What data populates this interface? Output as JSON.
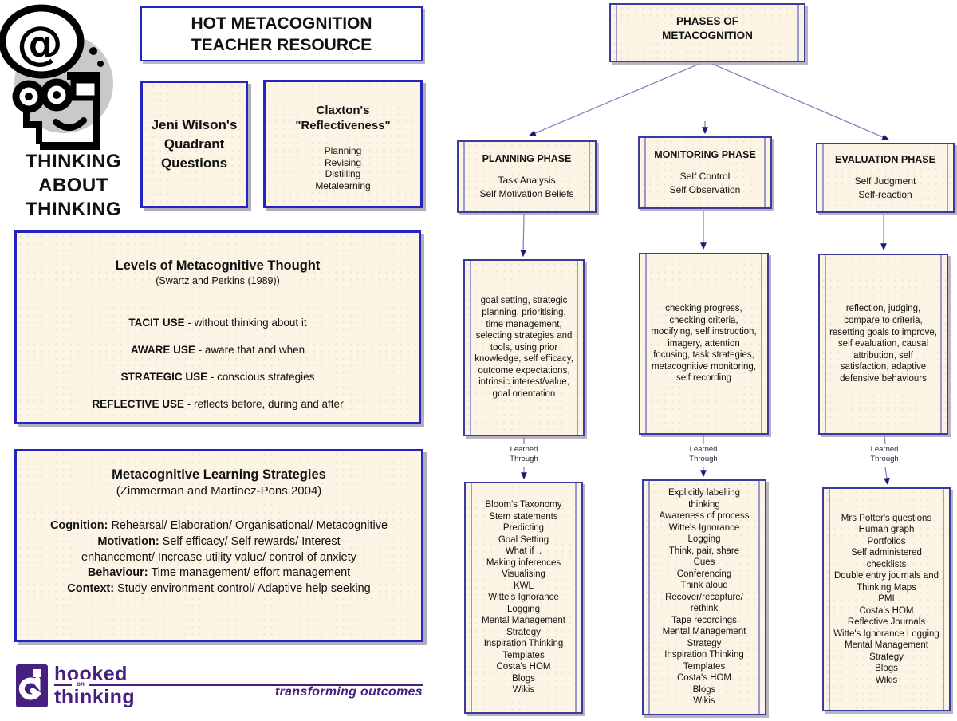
{
  "title_box": {
    "line1": "HOT METACOGNITION",
    "line2": "TEACHER RESOURCE"
  },
  "caption_lines": [
    "THINKING",
    "ABOUT",
    "THINKING"
  ],
  "jeni_lines": [
    "Jeni Wilson's",
    "Quadrant",
    "Questions"
  ],
  "claxton": {
    "line1": "Claxton's",
    "line2": "\"Reflectiveness\"",
    "items": [
      "Planning",
      "Revising",
      "Distilling",
      "Metalearning"
    ]
  },
  "levels": {
    "title": "Levels of Metacognitive Thought",
    "subtitle": "(Swartz and Perkins (1989))",
    "items": [
      {
        "term": "TACIT USE",
        "rest": " - without thinking about it"
      },
      {
        "term": "AWARE USE",
        "rest": " - aware that and when"
      },
      {
        "term": "STRATEGIC USE",
        "rest": " - conscious strategies"
      },
      {
        "term": "REFLECTIVE USE",
        "rest": " - reflects before, during and after"
      }
    ]
  },
  "strategies": {
    "title": "Metacognitive Learning Strategies",
    "subtitle": "(Zimmerman and Martinez-Pons 2004)",
    "lines": [
      {
        "term": "Cognition:",
        "rest": " Rehearsal/ Elaboration/ Organisational/ Metacognitive"
      },
      {
        "term": "Motivation:",
        "rest": " Self efficacy/ Self rewards/ Interest"
      },
      {
        "term": "",
        "rest": "enhancement/ Increase utility value/ control of anxiety"
      },
      {
        "term": "Behaviour:",
        "rest": " Time management/ effort management"
      },
      {
        "term": "Context:",
        "rest": " Study environment control/ Adaptive help seeking"
      }
    ]
  },
  "root": {
    "line1": "PHASES OF",
    "line2": "METACOGNITION"
  },
  "learned_label": [
    "Learned",
    "Through"
  ],
  "phases": [
    {
      "title": "PLANNING PHASE",
      "items": [
        "Task Analysis",
        "Self Motivation Beliefs"
      ],
      "detail": "goal setting, strategic planning, prioritising, time management, selecting strategies and tools, using prior knowledge, self efficacy, outcome expectations, intrinsic interest/value, goal orientation",
      "strategies": [
        "Bloom's Taxonomy",
        "Stem statements",
        "Predicting",
        "Goal Setting",
        "What if ..",
        "Making inferences",
        "Visualising",
        "KWL",
        "Witte's Ignorance",
        "Logging",
        "Mental Management",
        "Strategy",
        "Inspiration Thinking",
        "Templates",
        "Costa's HOM",
        "Blogs",
        "Wikis"
      ]
    },
    {
      "title": "MONITORING PHASE",
      "items": [
        "Self Control",
        "Self Observation"
      ],
      "detail": "checking progress, checking criteria, modifying, self instruction, imagery, attention focusing, task strategies, metacognitive monitoring, self recording",
      "strategies": [
        "Explicitly labelling",
        "thinking",
        "Awareness of process",
        "Witte's Ignorance",
        "Logging",
        "Think, pair, share",
        "Cues",
        "Conferencing",
        "Think aloud",
        "Recover/recapture/",
        "rethink",
        "Tape recordings",
        "Mental Management",
        "Strategy",
        "Inspiration Thinking",
        "Templates",
        "Costa's HOM",
        "Blogs",
        "Wikis"
      ]
    },
    {
      "title": "EVALUATION PHASE",
      "items": [
        "Self Judgment",
        "Self-reaction"
      ],
      "detail": "reflection, judging, compare to criteria, resetting goals to improve, self evaluation, causal attribution, self satisfaction, adaptive defensive behaviours",
      "strategies": [
        "Mrs Potter's questions",
        "Human graph",
        "Portfolios",
        "Self administered",
        "checklists",
        "Double entry journals and",
        "Thinking Maps",
        "PMI",
        "Costa's HOM",
        "Reflective Journals",
        "Witte's Ignorance Logging",
        "Mental Management",
        "Strategy",
        "Blogs",
        "Wikis"
      ]
    }
  ],
  "footer": {
    "brand_line1": "hooked",
    "brand_mid": "on",
    "brand_line2": "thinking",
    "tagline": "transforming outcomes"
  },
  "colors": {
    "box_fill": "#FCF5E5",
    "border_blue": "#2424C2",
    "process_border": "#3B3B9E",
    "process_inner_line": "#9A9AD0",
    "connector": "#8585BB",
    "arrowhead": "#1C1C70",
    "brand_purple": "#471F7E",
    "clipart_gray": "#C9C9C9"
  }
}
